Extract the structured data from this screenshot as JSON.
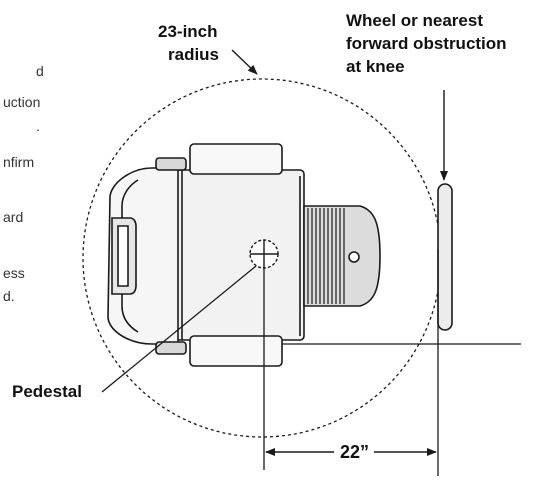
{
  "left_text_fragments": [
    "d",
    "uction",
    ".",
    "nfirm",
    "ard",
    "ess",
    "d."
  ],
  "labels": {
    "radius_line1": "23-inch",
    "radius_line2": "radius",
    "wheel_line1": "Wheel or nearest",
    "wheel_line2": "forward obstruction",
    "wheel_line3": "at knee",
    "pedestal": "Pedestal",
    "dimension": "22”"
  },
  "colors": {
    "ink": "#1a1a1a",
    "chair_fill": "#f2f2f2",
    "footrest_fill": "#dcdcdc",
    "wheel_fill": "#ececec"
  }
}
